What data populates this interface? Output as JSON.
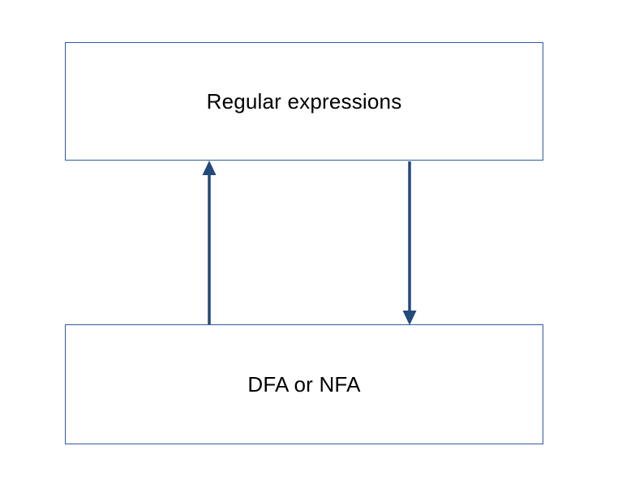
{
  "diagram": {
    "title": "",
    "nodes": [
      {
        "id": "regular-expressions",
        "label": "Regular expressions"
      },
      {
        "id": "dfa-or-nfa",
        "label": "DFA or NFA"
      }
    ],
    "arrows": [
      {
        "id": "up-arrow",
        "from": "dfa-or-nfa",
        "to": "regular-expressions",
        "direction": "up"
      },
      {
        "id": "down-arrow",
        "from": "regular-expressions",
        "to": "dfa-or-nfa",
        "direction": "down"
      }
    ],
    "colors": {
      "box_border": "#2e5b9f",
      "box_fill": "#ffffff",
      "arrow": "#24497c",
      "text": "#000000",
      "background": "#ffffff"
    }
  }
}
